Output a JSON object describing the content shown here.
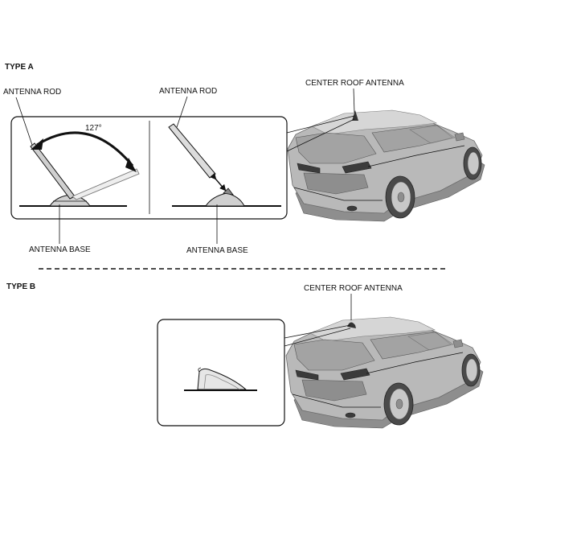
{
  "type_a": {
    "heading": "TYPE A",
    "left_panel": {
      "rod_label": "ANTENNA ROD",
      "angle_label": "127°",
      "base_label": "ANTENNA BASE"
    },
    "right_panel": {
      "rod_label": "ANTENNA ROD",
      "base_label": "ANTENNA BASE"
    },
    "car_label": "CENTER ROOF ANTENNA"
  },
  "type_b": {
    "heading": "TYPE B",
    "car_label": "CENTER ROOF ANTENNA"
  }
}
